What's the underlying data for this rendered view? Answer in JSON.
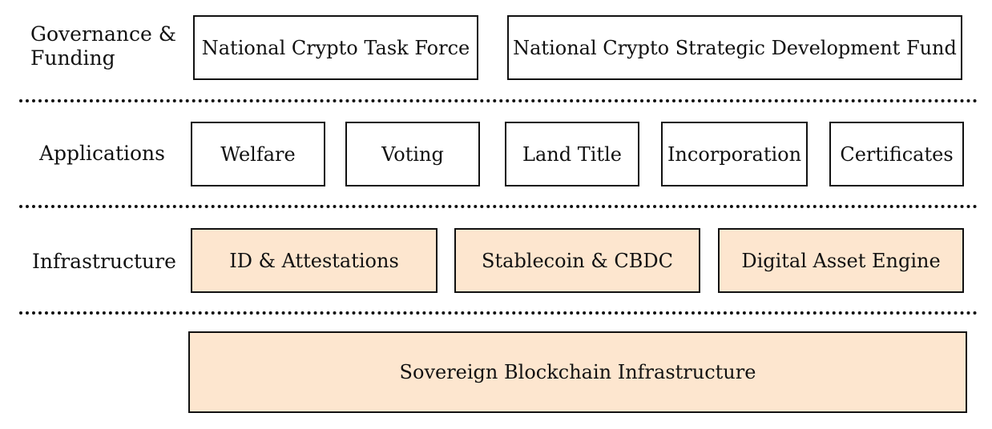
{
  "colors": {
    "stroke": "#111111",
    "filled_box": "#fde6cf",
    "plain_box": "#ffffff"
  },
  "layers": {
    "governance": {
      "label": "Governance &\nFunding",
      "boxes": [
        "National Crypto Task Force",
        "National Crypto Strategic Development Fund"
      ]
    },
    "applications": {
      "label": "Applications",
      "boxes": [
        "Welfare",
        "Voting",
        "Land Title",
        "Incorporation",
        "Certificates"
      ]
    },
    "infrastructure": {
      "label": "Infrastructure",
      "boxes": [
        "ID & Attestations",
        "Stablecoin & CBDC",
        "Digital Asset Engine"
      ]
    },
    "base": {
      "boxes": [
        "Sovereign Blockchain Infrastructure"
      ]
    }
  }
}
